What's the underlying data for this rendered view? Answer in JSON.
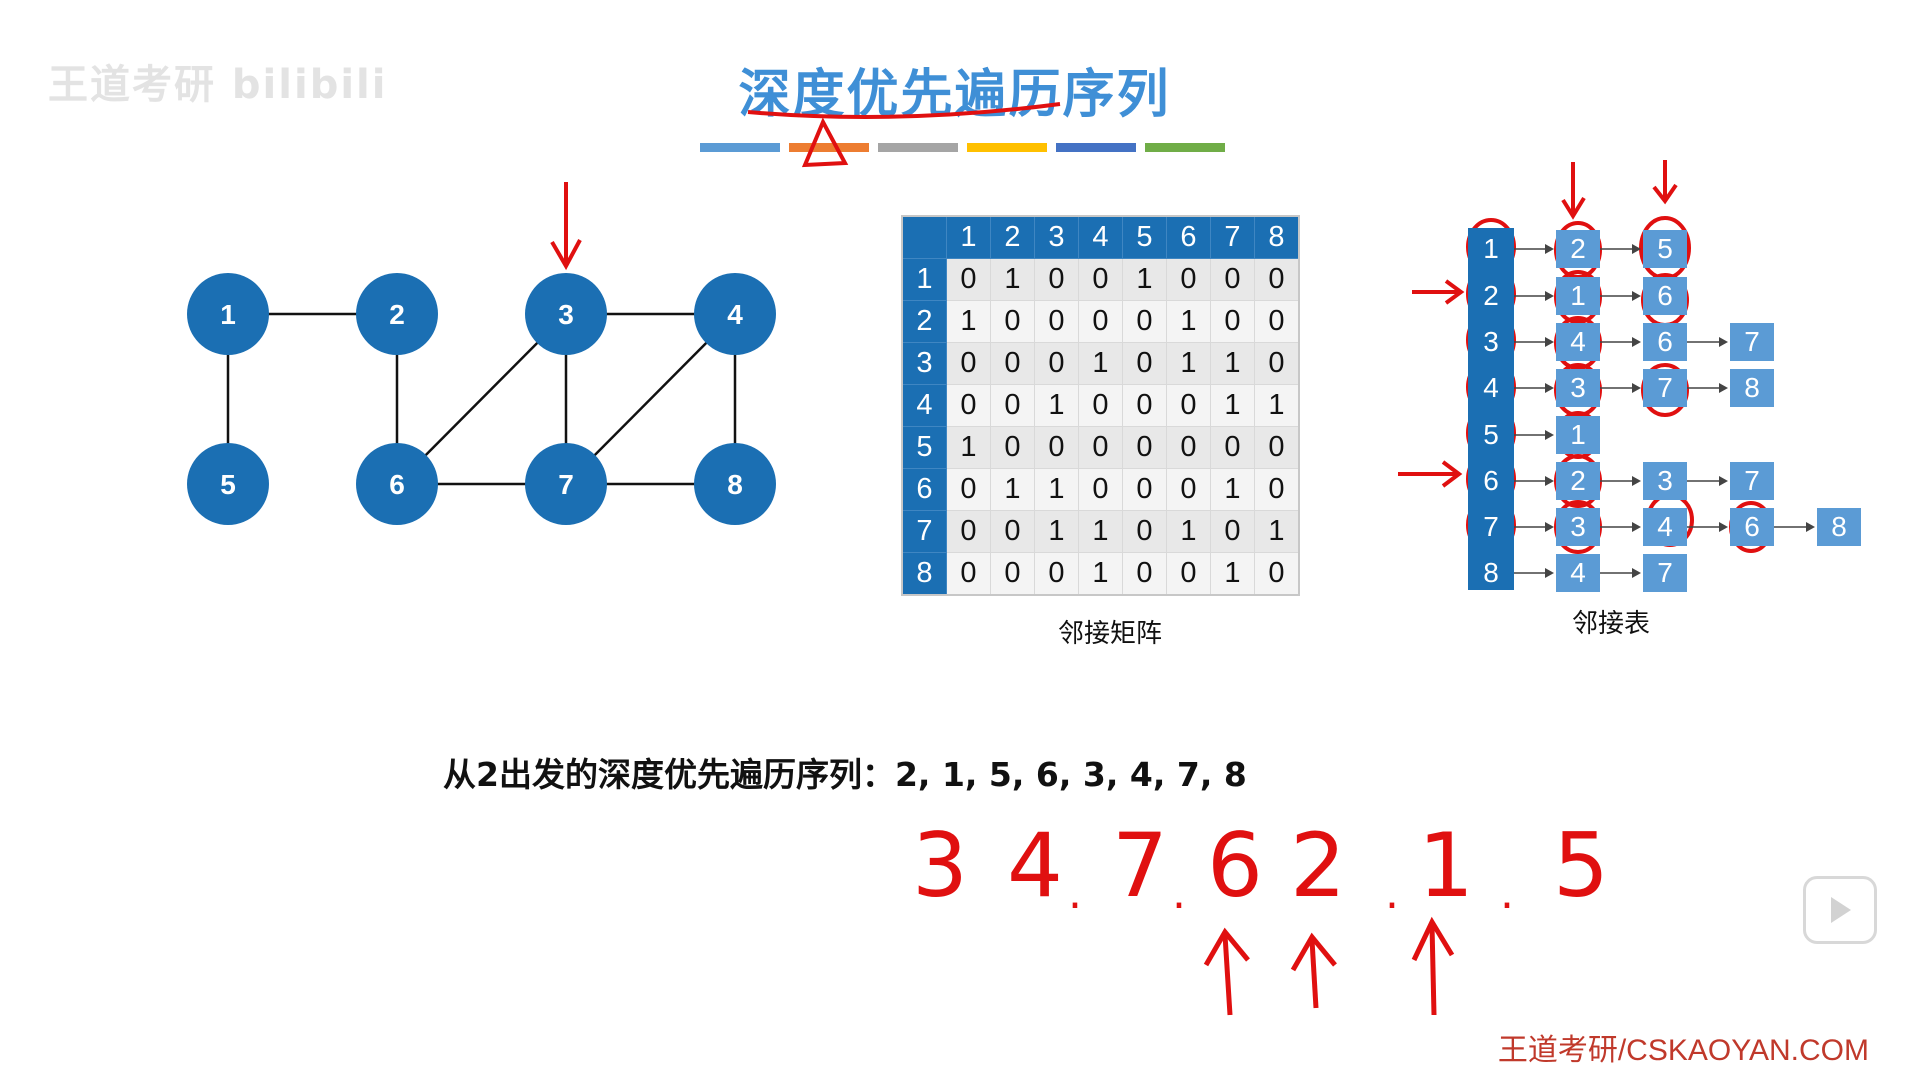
{
  "watermark": "王道考研 bilibili",
  "title": "深度优先遍历序列",
  "accent_bar_colors": [
    "#5b9bd5",
    "#ed7d31",
    "#a5a5a5",
    "#ffc000",
    "#4472c4",
    "#70ad47"
  ],
  "graph": {
    "nodes": [
      "1",
      "2",
      "3",
      "4",
      "5",
      "6",
      "7",
      "8"
    ]
  },
  "matrix": {
    "caption": "邻接矩阵",
    "headers": [
      "1",
      "2",
      "3",
      "4",
      "5",
      "6",
      "7",
      "8"
    ],
    "rows": [
      [
        "0",
        "1",
        "0",
        "0",
        "1",
        "0",
        "0",
        "0"
      ],
      [
        "1",
        "0",
        "0",
        "0",
        "0",
        "1",
        "0",
        "0"
      ],
      [
        "0",
        "0",
        "0",
        "1",
        "0",
        "1",
        "1",
        "0"
      ],
      [
        "0",
        "0",
        "1",
        "0",
        "0",
        "0",
        "1",
        "1"
      ],
      [
        "1",
        "0",
        "0",
        "0",
        "0",
        "0",
        "0",
        "0"
      ],
      [
        "0",
        "1",
        "1",
        "0",
        "0",
        "0",
        "1",
        "0"
      ],
      [
        "0",
        "0",
        "1",
        "1",
        "0",
        "1",
        "0",
        "1"
      ],
      [
        "0",
        "0",
        "0",
        "1",
        "0",
        "0",
        "1",
        "0"
      ]
    ]
  },
  "adjacency_list": {
    "caption": "邻接表",
    "heads": [
      "1",
      "2",
      "3",
      "4",
      "5",
      "6",
      "7",
      "8"
    ],
    "lists": [
      [
        "2",
        "5"
      ],
      [
        "1",
        "6"
      ],
      [
        "4",
        "6",
        "7"
      ],
      [
        "3",
        "7",
        "8"
      ],
      [
        "1"
      ],
      [
        "2",
        "3",
        "7"
      ],
      [
        "3",
        "4",
        "6",
        "8"
      ],
      [
        "4",
        "7"
      ]
    ]
  },
  "dfs_sequence": "从2出发的深度优先遍历序列：2, 1, 5, 6, 3, 4, 7, 8",
  "handwriting": {
    "sequence": [
      "3",
      "4",
      ".",
      "7",
      ".",
      "6",
      "2",
      ".",
      "1",
      ".",
      "5"
    ]
  },
  "footer": "王道考研/CSKAOYAN.COM"
}
